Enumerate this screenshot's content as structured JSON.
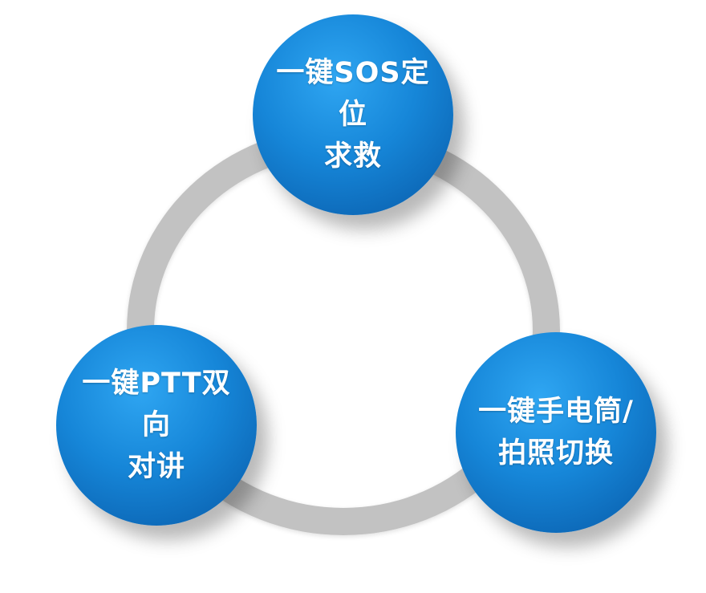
{
  "diagram": {
    "nodes": {
      "top": {
        "label": "一键SOS定位\n求救"
      },
      "left": {
        "label": "一键PTT双向\n对讲"
      },
      "right": {
        "label": "一键手电筒/\n拍照切换"
      }
    },
    "colors": {
      "node_fill": "#1686d8",
      "ring": "#c2c2c2",
      "text": "#ffffff",
      "background": "#ffffff"
    }
  }
}
